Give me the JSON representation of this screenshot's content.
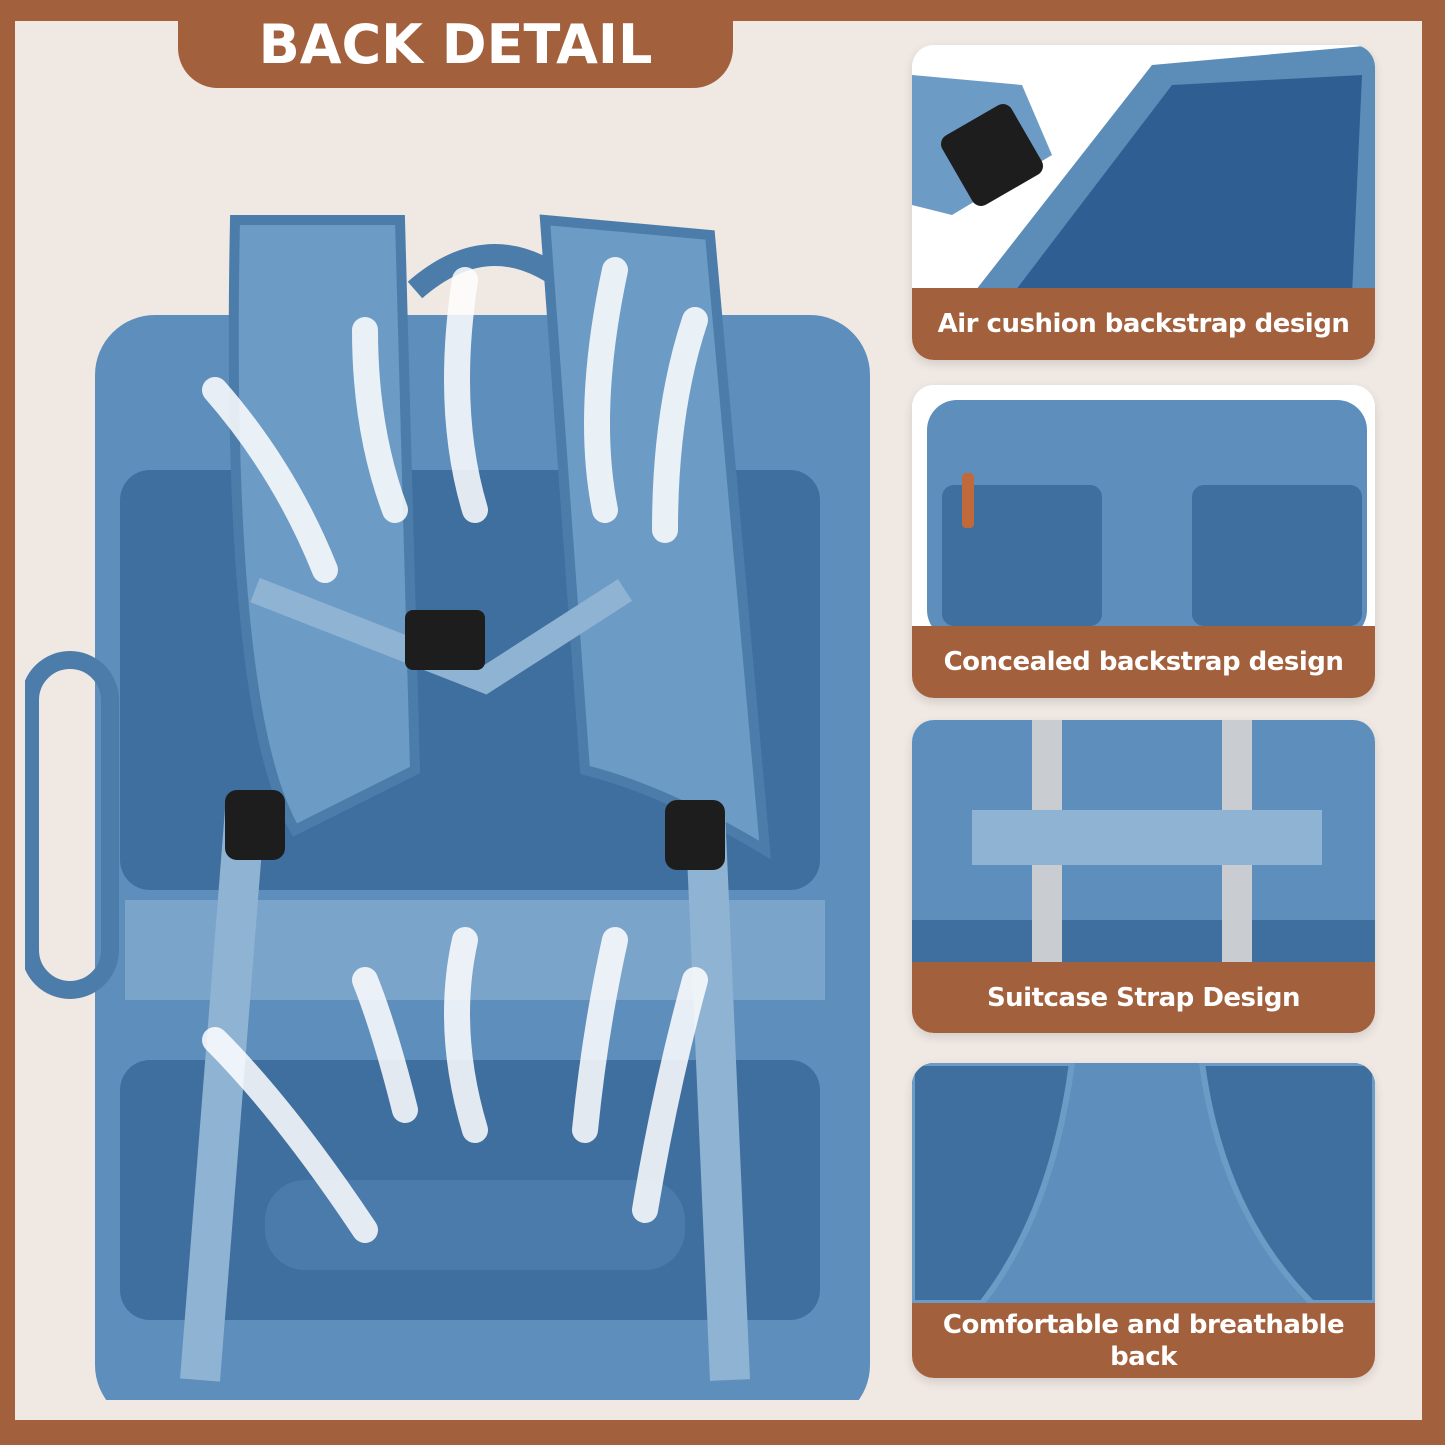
{
  "header": {
    "title": "BACK DETAIL"
  },
  "features": [
    {
      "label": "Air cushion backstrap design"
    },
    {
      "label": "Concealed backstrap design"
    },
    {
      "label": "Suitcase Strap Design"
    },
    {
      "label": "Comfortable and breathable back"
    }
  ],
  "colors": {
    "brand": "#A3603D",
    "background": "#F0E8E3",
    "fabric": "#5B8DB8",
    "mesh": "#3E6E9E"
  }
}
